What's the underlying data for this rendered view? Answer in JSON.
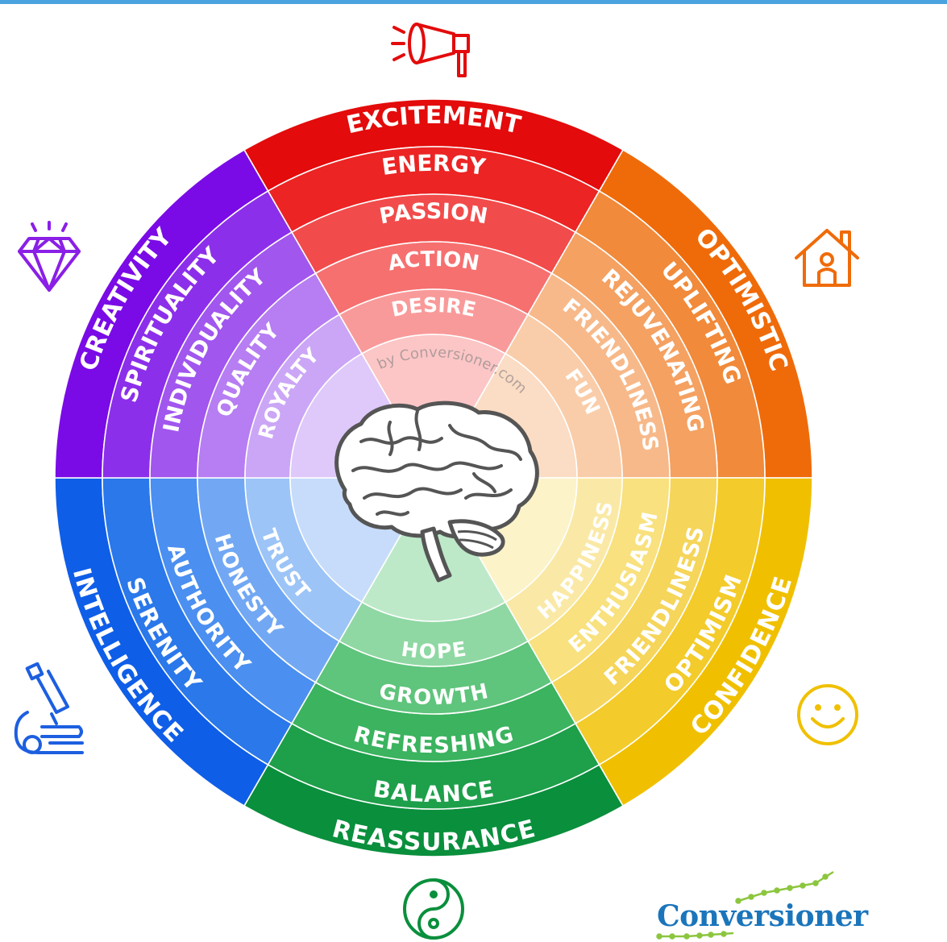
{
  "center_watermark": "by Conversioner.com",
  "segments": [
    {
      "key": "red",
      "start": -60,
      "end": 0,
      "colors": [
        "#e30b0b",
        "#ec2424",
        "#f24b4b",
        "#f67070",
        "#f99a9a",
        "#fcc6c6"
      ],
      "labels": [
        "EXCITEMENT",
        "ENERGY",
        "PASSION",
        "ACTION",
        "DESIRE"
      ]
    },
    {
      "key": "orange",
      "start": 0,
      "end": 60,
      "colors": [
        "#ef6b0a",
        "#f18a3a",
        "#f4a162",
        "#f7b98a",
        "#f9cda9",
        "#fbdcc4"
      ],
      "labels": [
        "OPTIMISTIC",
        "UPLIFTING",
        "REJUVENATING",
        "FRIENDLINESS",
        "FUN"
      ]
    },
    {
      "key": "yellow",
      "start": 60,
      "end": 120,
      "colors": [
        "#f0c000",
        "#f3cb2a",
        "#f5d55a",
        "#f8e17e",
        "#fae9a6",
        "#fcf3c9"
      ],
      "labels": [
        "CONFIDENCE",
        "OPTIMISM",
        "FRIENDLINESS",
        "ENTHUSIASM",
        "HAPPINESS"
      ]
    },
    {
      "key": "green",
      "start": 150,
      "end": 210,
      "colors": [
        "#0a8f3c",
        "#1e9f4a",
        "#3bb35f",
        "#5fc47c",
        "#8fd8a3",
        "#bde9c8"
      ],
      "labels": [
        "REASSURANCE",
        "BALANCE",
        "REFRESHING",
        "GROWTH",
        "HOPE"
      ]
    },
    {
      "key": "blue",
      "start": 240,
      "end": 270,
      "colors": [
        "#0f5ee8",
        "#2a78ea",
        "#4b8ff0",
        "#72a8f3",
        "#9cc4f7",
        "#c6dcfa"
      ],
      "labels": [
        "INTELLIGENCE",
        "SERENITY",
        "AUTHORITY",
        "HONESTY",
        "TRUST"
      ]
    },
    {
      "key": "purple",
      "start": 270,
      "end": 300,
      "colors": [
        "#7a0be6",
        "#8c2fea",
        "#a156ee",
        "#b67ef2",
        "#cba6f6",
        "#dec9fa"
      ],
      "labels": [
        "CREATIVITY",
        "SPIRITUALITY",
        "INDIVIDUALITY",
        "QUALITY",
        "ROYALTY"
      ]
    }
  ],
  "icons": [
    {
      "name": "megaphone-icon",
      "color": "#e30b0b"
    },
    {
      "name": "house-icon",
      "color": "#ef6b0a"
    },
    {
      "name": "smiley-icon",
      "color": "#f0c000"
    },
    {
      "name": "yin-yang-icon",
      "color": "#0a8f3c"
    },
    {
      "name": "microscope-icon",
      "color": "#1d5fe0"
    },
    {
      "name": "diamond-icon",
      "color": "#8a1fe6"
    }
  ],
  "logo": {
    "text": "Conversioner",
    "color": "#1b75bb",
    "accent": "#8cc63f"
  }
}
